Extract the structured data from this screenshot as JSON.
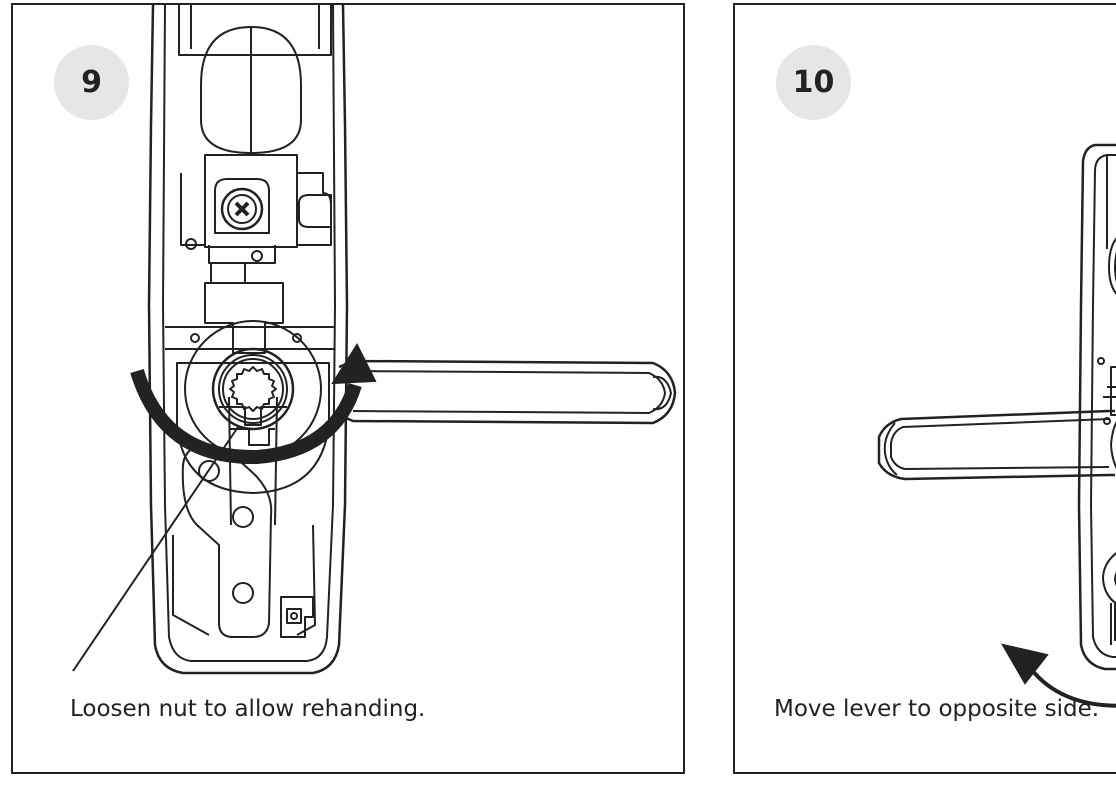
{
  "steps": [
    {
      "number": "9",
      "caption": "Loosen nut to allow rehanding."
    },
    {
      "number": "10",
      "caption": "Move lever to opposite side."
    }
  ],
  "colors": {
    "line": "#222222",
    "badge": "#e6e6e6",
    "background": "#ffffff"
  },
  "icons": [
    "rotation-arrow-icon",
    "screw-icon",
    "lever-handle",
    "curved-arrow-icon"
  ]
}
